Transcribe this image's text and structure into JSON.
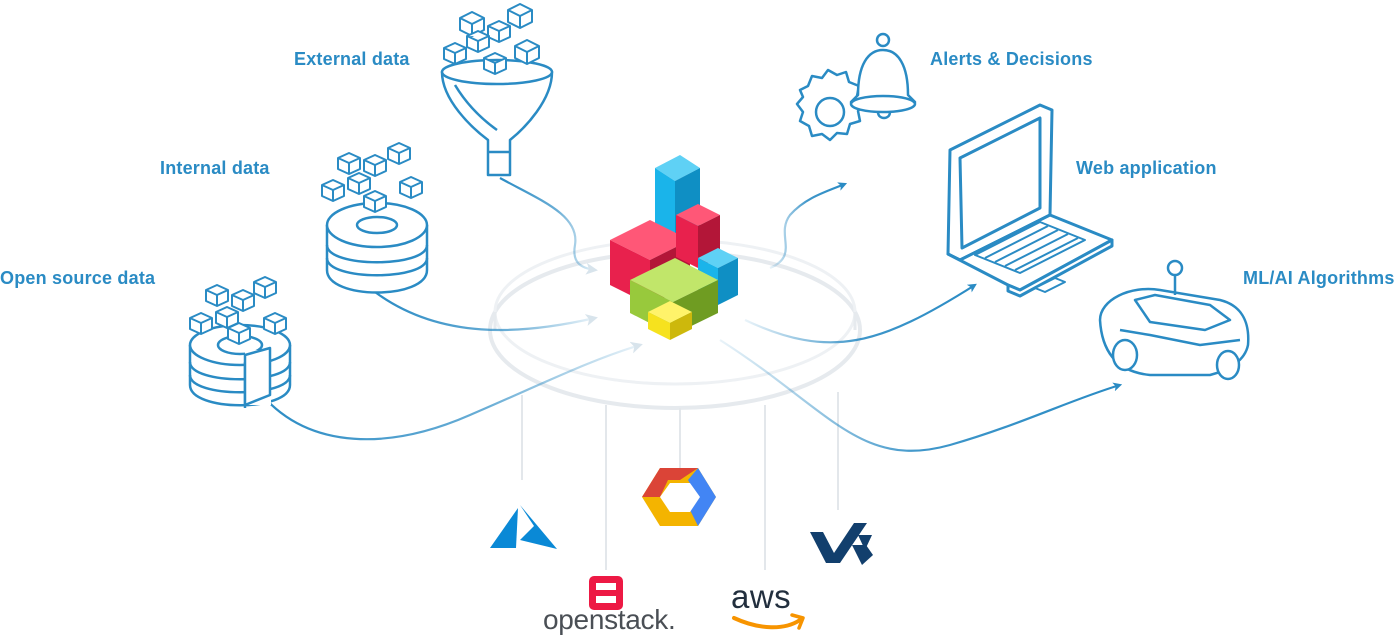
{
  "inputs": {
    "external": "External data",
    "internal": "Internal data",
    "open_source": "Open source data"
  },
  "outputs": {
    "alerts": "Alerts & Decisions",
    "web": "Web application",
    "ml": "ML/AI Algorithms"
  },
  "providers": {
    "openstack": "openstack.",
    "aws": "aws"
  },
  "icons": {
    "external": "funnel-with-cubes-icon",
    "internal": "database-with-cubes-icon",
    "open_source": "ring-database-with-cubes-icon",
    "center": "stacked-colored-cubes-icon",
    "alerts": "bell-and-gear-icon",
    "web": "laptop-icon",
    "ml": "self-driving-car-icon",
    "azure": "azure-logo-icon",
    "gcp": "google-cloud-logo-icon",
    "openstack": "openstack-logo-icon",
    "aws": "aws-logo-icon",
    "ovh": "ovh-logo-icon"
  },
  "colors": {
    "line": "#2a8bc4",
    "label": "#2a8bc4",
    "cube_blue": "#1ab4ea",
    "cube_red": "#e8214d",
    "cube_green": "#98c93c",
    "cube_yellow": "#f6e21e",
    "azure": "#0a89d6",
    "openstack_red": "#ed1944",
    "aws_orange": "#f79400",
    "ovh_navy": "#123f6d"
  }
}
